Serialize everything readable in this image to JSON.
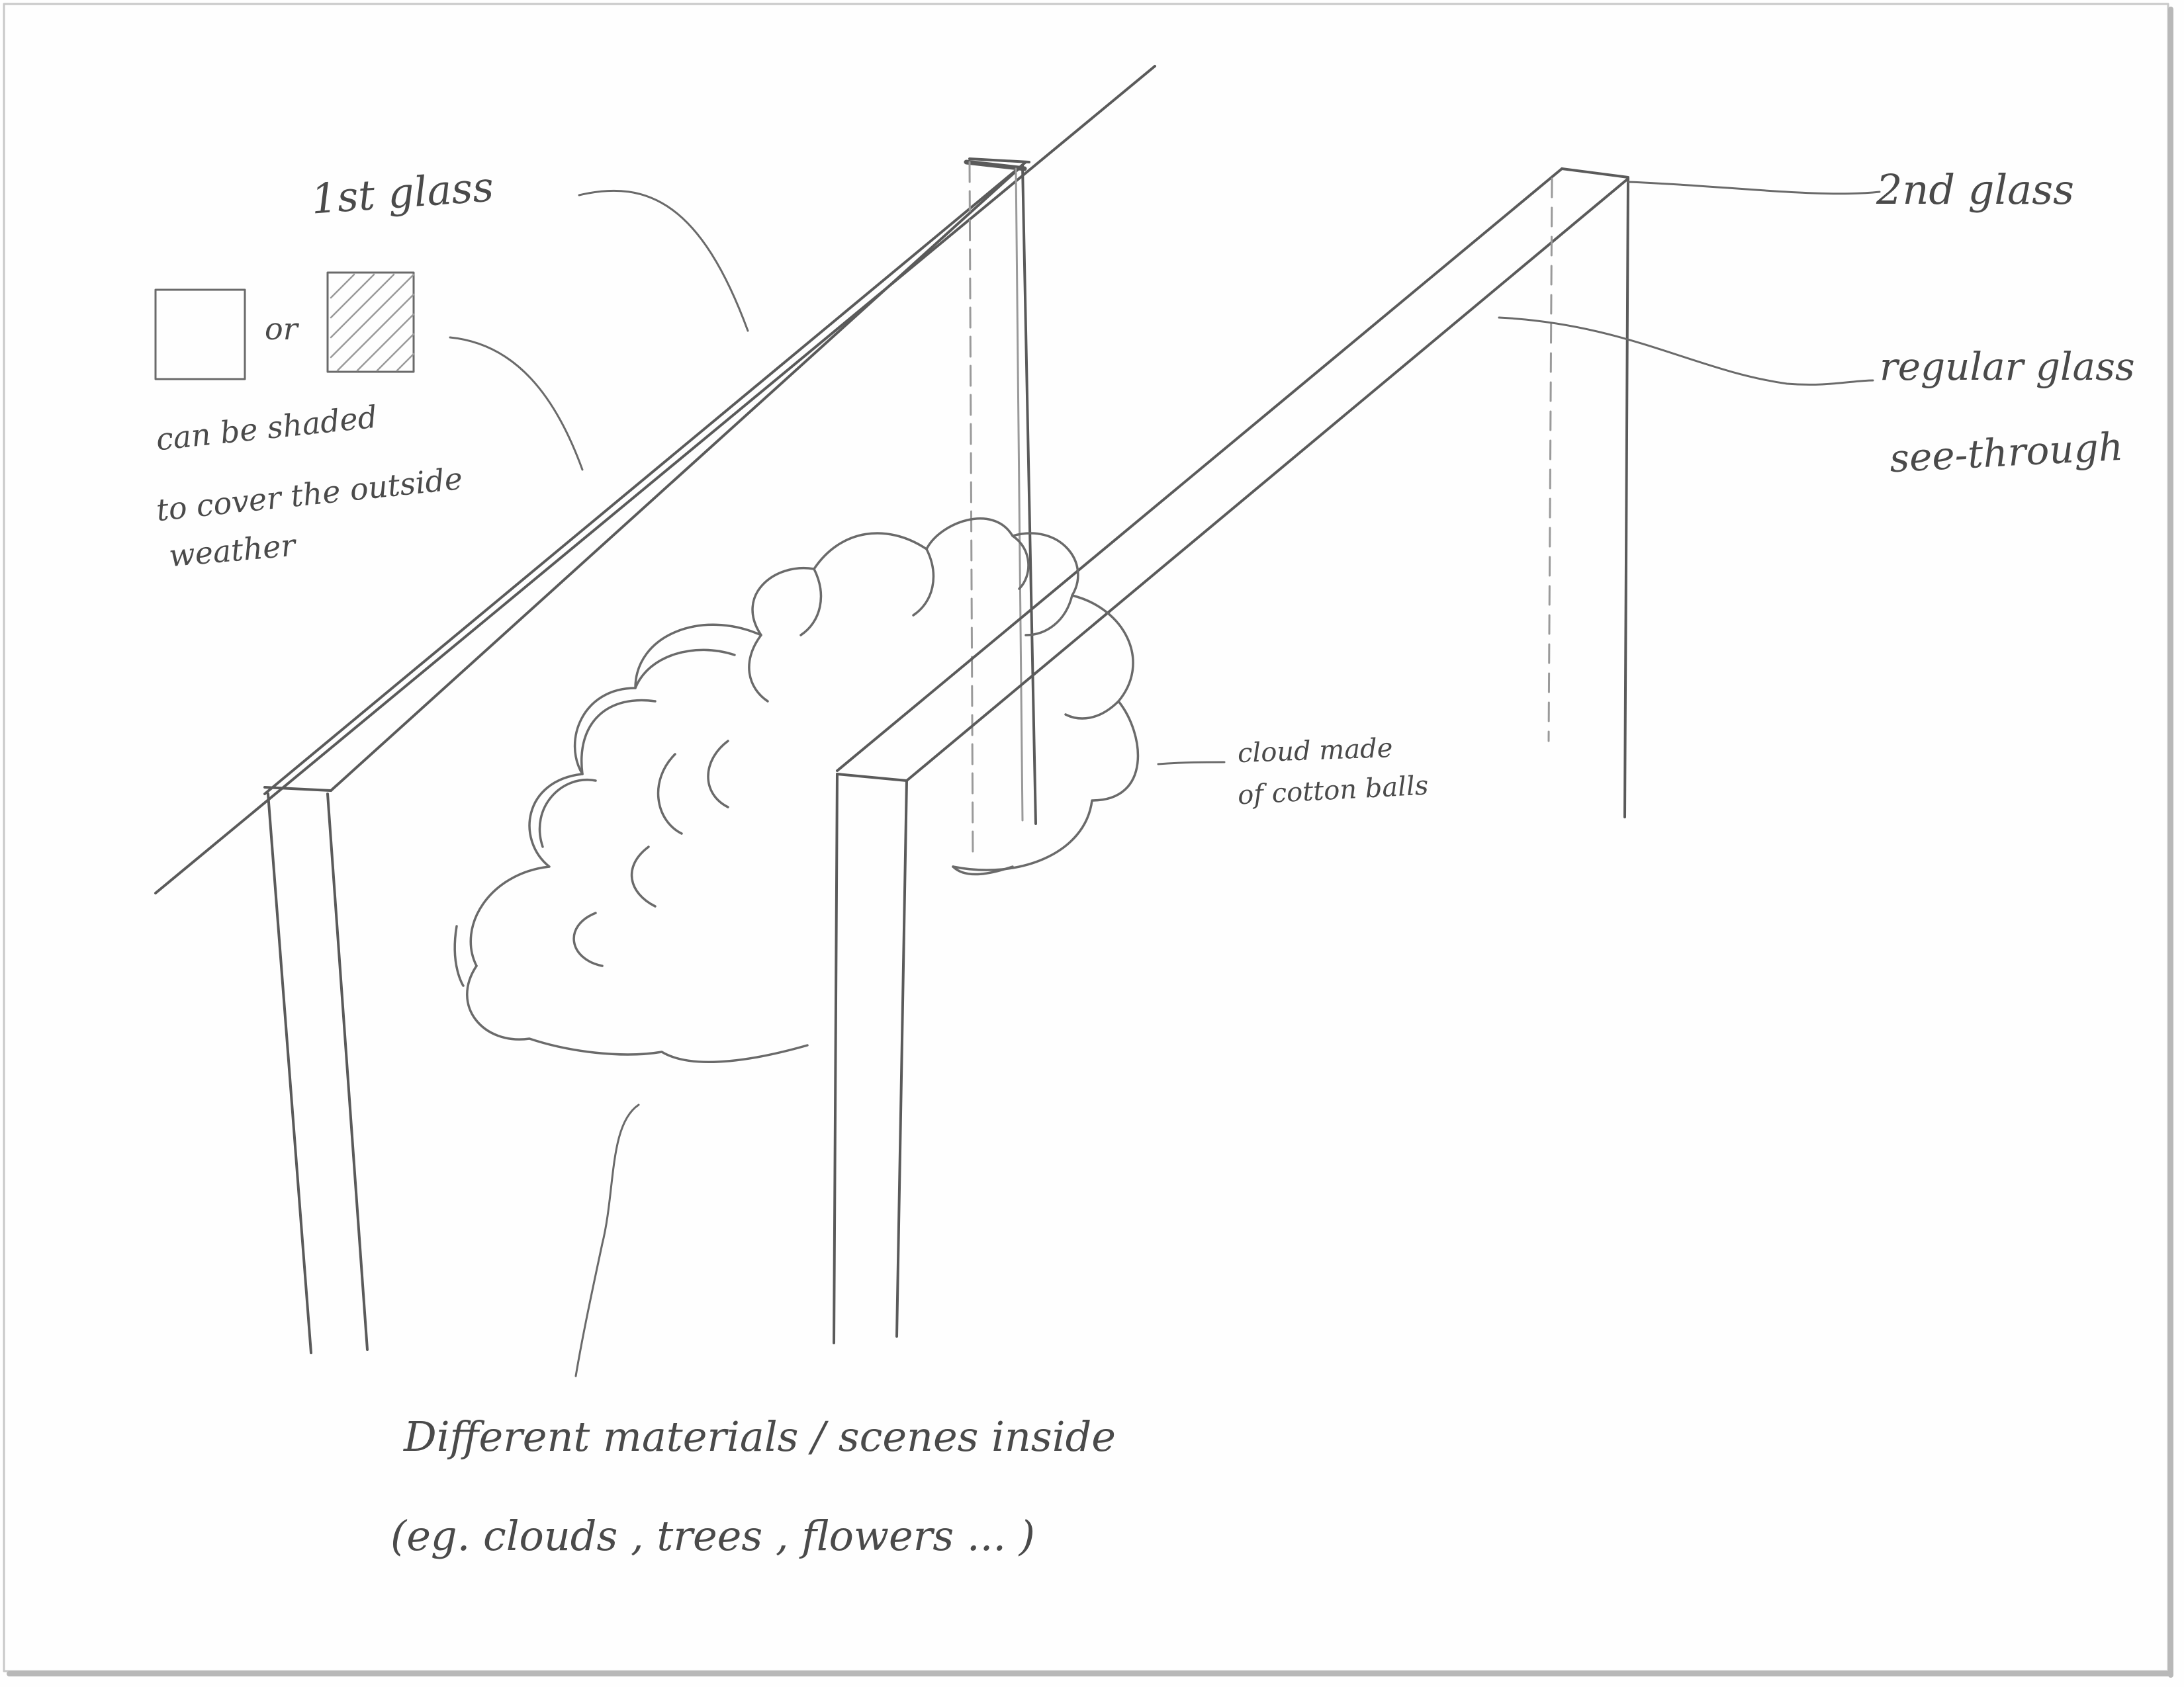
{
  "labels": {
    "first_glass": "1st glass",
    "or": "or",
    "shaded_note": [
      "can be shaded",
      "to cover the outside",
      "weather"
    ],
    "second_glass": "2nd glass",
    "regular_glass": [
      "regular glass",
      "see-through"
    ],
    "cloud_note": [
      "cloud made",
      "of cotton balls"
    ],
    "materials_note": [
      "Different materials / scenes  inside",
      "(eg.  clouds ,  trees ,  flowers ... )"
    ]
  },
  "colors": {
    "pencil": "#5a5a5a",
    "faint_pencil": "#9a9a9a",
    "paper": "#fefefe"
  }
}
